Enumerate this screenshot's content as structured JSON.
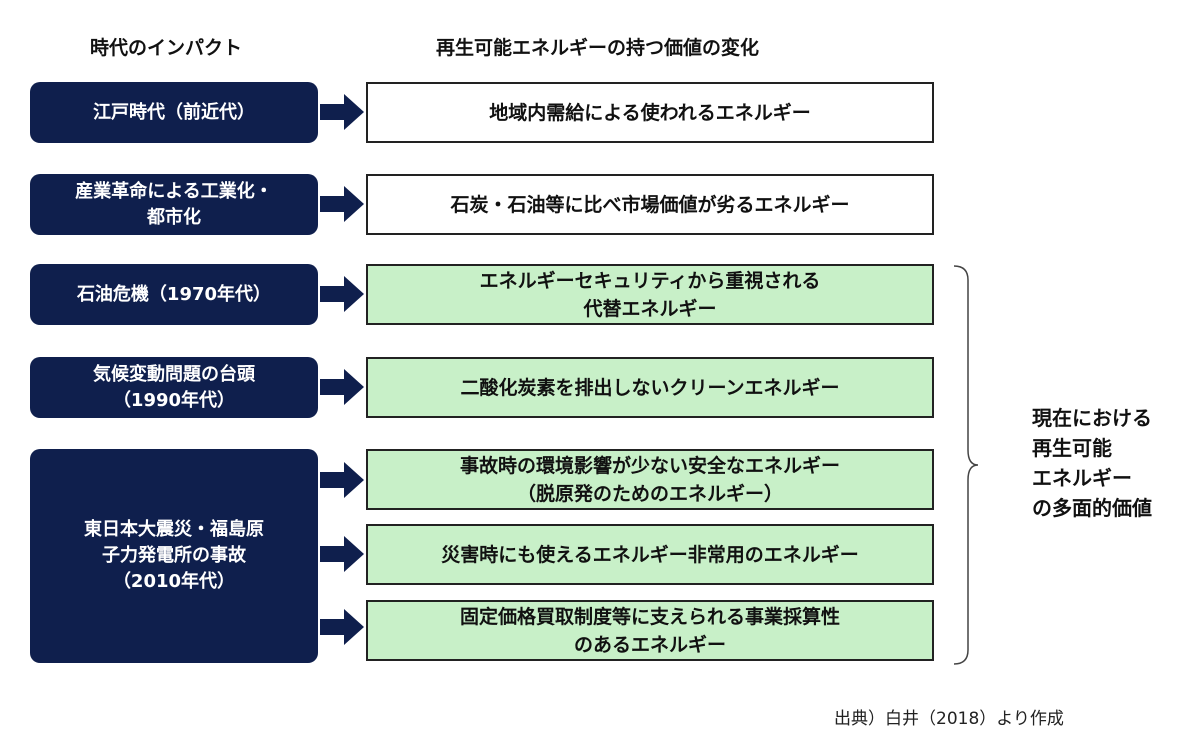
{
  "headings": {
    "era": "時代のインパクト",
    "value": "再生可能エネルギーの持つ価値の変化"
  },
  "eras": [
    {
      "lines": [
        "江戸時代（前近代）"
      ]
    },
    {
      "lines": [
        "産業革命による工業化・",
        "都市化"
      ]
    },
    {
      "lines": [
        "石油危機（1970年代）"
      ]
    },
    {
      "lines": [
        "気候変動問題の台頭",
        "（1990年代）"
      ]
    },
    {
      "lines": [
        "東日本大震災・福島原",
        "子力発電所の事故",
        "（2010年代）"
      ]
    }
  ],
  "values": [
    {
      "lines": [
        "地域内需給による使われるエネルギー"
      ]
    },
    {
      "lines": [
        "石炭・石油等に比べ市場価値が劣るエネルギー"
      ]
    },
    {
      "lines": [
        "エネルギーセキュリティから重視される",
        "代替エネルギー"
      ]
    },
    {
      "lines": [
        "二酸化炭素を排出しないクリーンエネルギー"
      ]
    },
    {
      "lines": [
        "事故時の環境影響が少ない安全なエネルギー",
        "（脱原発のためのエネルギー）"
      ]
    },
    {
      "lines": [
        "災害時にも使えるエネルギー非常用のエネルギー"
      ]
    },
    {
      "lines": [
        "固定価格買取制度等に支えられる事業採算性",
        "のあるエネルギー"
      ]
    }
  ],
  "summary": {
    "lines": [
      "現在における",
      "再生可能",
      "エネルギー",
      "の多面的価値"
    ]
  },
  "source": "出典）白井（2018）より作成",
  "colors": {
    "era_fill": "#0f1f4d",
    "value_fill_old": "#ffffff",
    "value_fill_modern": "#c8f0c8",
    "arrow_fill": "#0f1f4d"
  }
}
